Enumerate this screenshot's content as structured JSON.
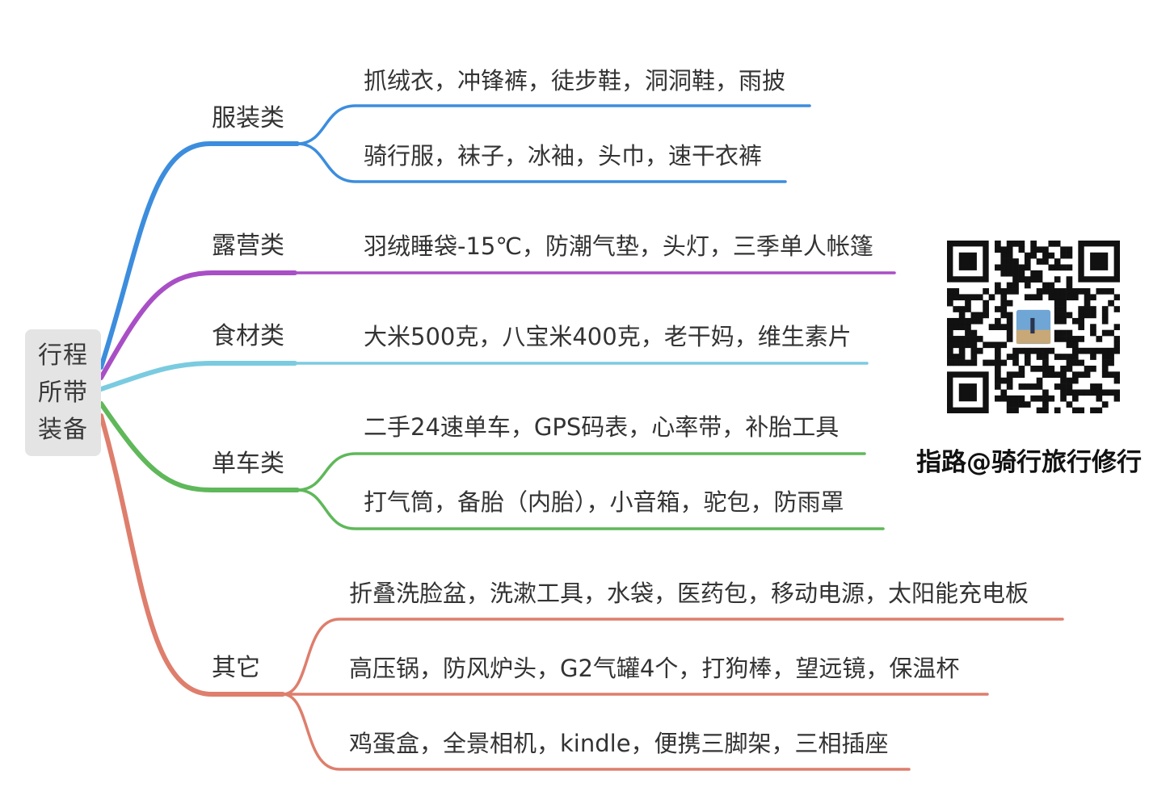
{
  "root": {
    "lines": [
      "行程",
      "所带",
      "装备"
    ]
  },
  "colors": {
    "clothing": "#3c8ddd",
    "camping": "#a94fc6",
    "food": "#7acbe0",
    "bike": "#5fb85a",
    "other": "#de7e6c"
  },
  "branches": [
    {
      "key": "clothing",
      "label": "服装类",
      "items": [
        "抓绒衣，冲锋裤，徒步鞋，洞洞鞋，雨披",
        "骑行服，袜子，冰袖，头巾，速干衣裤"
      ]
    },
    {
      "key": "camping",
      "label": "露营类",
      "items": [
        "羽绒睡袋-15℃，防潮气垫，头灯，三季单人帐篷"
      ]
    },
    {
      "key": "food",
      "label": "食材类",
      "items": [
        "大米500克，八宝米400克，老干妈，维生素片"
      ]
    },
    {
      "key": "bike",
      "label": "单车类",
      "items": [
        "二手24速单车，GPS码表，心率带，补胎工具",
        "打气筒，备胎（内胎），小音箱，驼包，防雨罩"
      ]
    },
    {
      "key": "other",
      "label": "其它",
      "items": [
        "折叠洗脸盆，洗漱工具，水袋，医药包，移动电源，太阳能充电板",
        "高压锅，防风炉头，G2气罐4个，打狗棒，望远镜，保温杯",
        "鸡蛋盒，全景相机，kindle，便携三脚架，三相插座"
      ]
    }
  ],
  "qr": {
    "caption": "指路@骑行旅行修行"
  }
}
